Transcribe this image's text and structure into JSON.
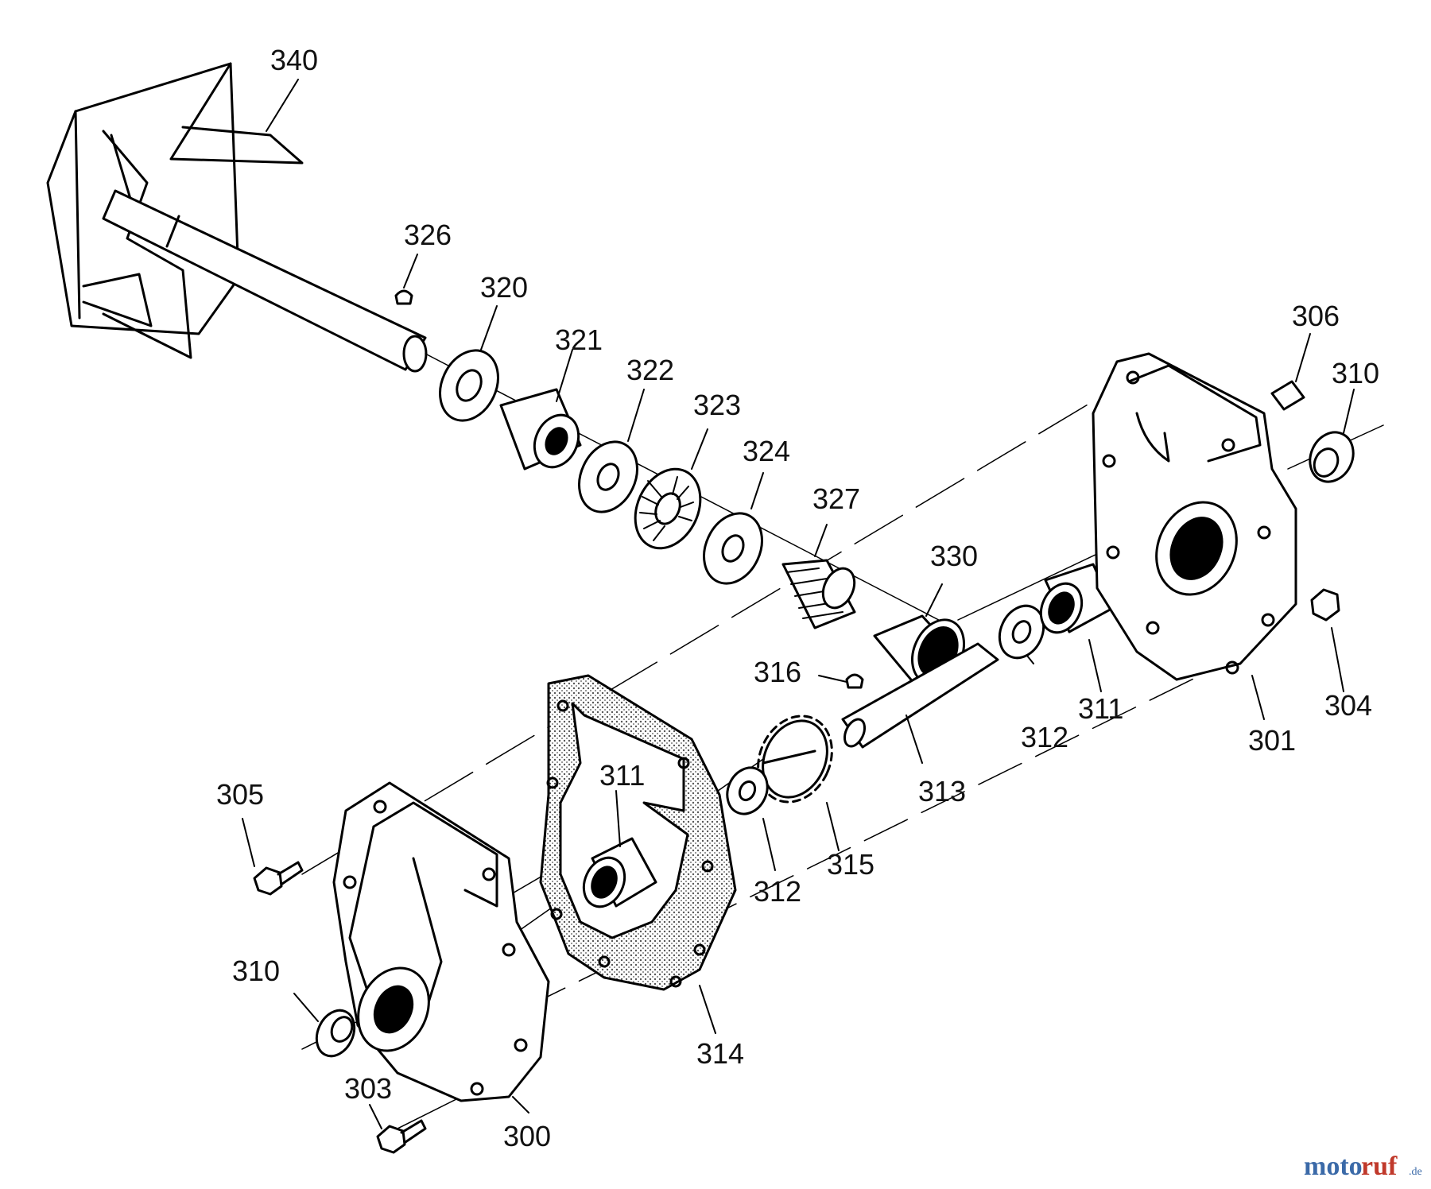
{
  "diagram": {
    "part_labels": [
      {
        "id": "p340",
        "text": "340"
      },
      {
        "id": "p326",
        "text": "326"
      },
      {
        "id": "p320",
        "text": "320"
      },
      {
        "id": "p321",
        "text": "321"
      },
      {
        "id": "p322",
        "text": "322"
      },
      {
        "id": "p323",
        "text": "323"
      },
      {
        "id": "p324",
        "text": "324"
      },
      {
        "id": "p327",
        "text": "327"
      },
      {
        "id": "p330",
        "text": "330"
      },
      {
        "id": "p306",
        "text": "306"
      },
      {
        "id": "p310a",
        "text": "310"
      },
      {
        "id": "p316",
        "text": "316"
      },
      {
        "id": "p312a",
        "text": "312"
      },
      {
        "id": "p311a",
        "text": "311"
      },
      {
        "id": "p304",
        "text": "304"
      },
      {
        "id": "p301",
        "text": "301"
      },
      {
        "id": "p313",
        "text": "313"
      },
      {
        "id": "p305",
        "text": "305"
      },
      {
        "id": "p311b",
        "text": "311"
      },
      {
        "id": "p312b",
        "text": "312"
      },
      {
        "id": "p315",
        "text": "315"
      },
      {
        "id": "p310b",
        "text": "310"
      },
      {
        "id": "p314",
        "text": "314"
      },
      {
        "id": "p303",
        "text": "303"
      },
      {
        "id": "p300",
        "text": "300"
      }
    ]
  },
  "watermark": {
    "part1": "moto",
    "part2": "ruf",
    "suffix": ".de"
  },
  "colors": {
    "line": "#000000",
    "gasket_fill": "#d8d8d8",
    "watermark_blue": "#3b6aa8",
    "watermark_red": "#c0392b"
  }
}
